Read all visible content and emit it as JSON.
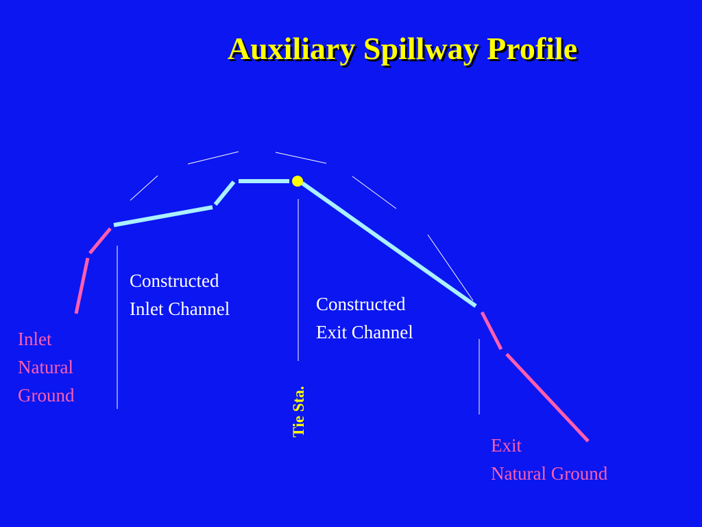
{
  "title": "Auxiliary Spillway Profile",
  "labels": {
    "constructed_inlet": [
      "Constructed",
      "Inlet Channel"
    ],
    "constructed_exit": [
      "Constructed",
      "Exit Channel"
    ],
    "inlet_natural": [
      "Inlet",
      "Natural",
      "Ground"
    ],
    "exit_natural": [
      "Exit",
      "Natural Ground"
    ],
    "tie_station": "Tie Sta."
  },
  "colors": {
    "background": "#0b16f0",
    "title": "#ffff00",
    "constructed_channel": "#aaf0ff",
    "natural_ground": "#ff5fae",
    "tie_marker": "#ffff00",
    "guide_lines": "#ffffff"
  }
}
